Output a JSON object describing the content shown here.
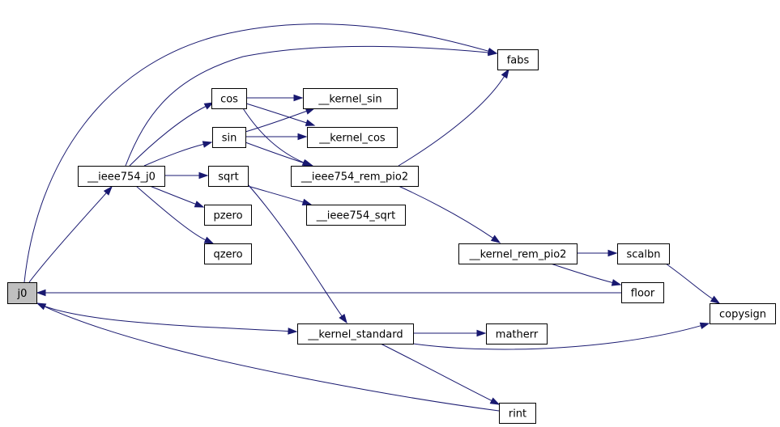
{
  "diagram": {
    "nodes": [
      {
        "id": "j0",
        "label": "j0",
        "highlighted": true
      },
      {
        "id": "ieee754_j0",
        "label": "__ieee754_j0"
      },
      {
        "id": "cos",
        "label": "cos"
      },
      {
        "id": "sin",
        "label": "sin"
      },
      {
        "id": "sqrt",
        "label": "sqrt"
      },
      {
        "id": "pzero",
        "label": "pzero"
      },
      {
        "id": "qzero",
        "label": "qzero"
      },
      {
        "id": "kernel_sin",
        "label": "__kernel_sin"
      },
      {
        "id": "kernel_cos",
        "label": "__kernel_cos"
      },
      {
        "id": "ieee754_rem_pio2",
        "label": "__ieee754_rem_pio2"
      },
      {
        "id": "ieee754_sqrt",
        "label": "__ieee754_sqrt"
      },
      {
        "id": "fabs",
        "label": "fabs"
      },
      {
        "id": "kernel_rem_pio2",
        "label": "__kernel_rem_pio2"
      },
      {
        "id": "scalbn",
        "label": "scalbn"
      },
      {
        "id": "floor",
        "label": "floor"
      },
      {
        "id": "copysign",
        "label": "copysign"
      },
      {
        "id": "kernel_standard",
        "label": "__kernel_standard"
      },
      {
        "id": "matherr",
        "label": "matherr"
      },
      {
        "id": "rint",
        "label": "rint"
      }
    ],
    "edges": [
      {
        "from": "j0",
        "to": "ieee754_j0"
      },
      {
        "from": "j0",
        "to": "fabs"
      },
      {
        "from": "j0",
        "to": "kernel_standard"
      },
      {
        "from": "ieee754_j0",
        "to": "cos"
      },
      {
        "from": "ieee754_j0",
        "to": "sin"
      },
      {
        "from": "ieee754_j0",
        "to": "sqrt"
      },
      {
        "from": "ieee754_j0",
        "to": "pzero"
      },
      {
        "from": "ieee754_j0",
        "to": "qzero"
      },
      {
        "from": "ieee754_j0",
        "to": "fabs"
      },
      {
        "from": "cos",
        "to": "kernel_sin"
      },
      {
        "from": "cos",
        "to": "kernel_cos"
      },
      {
        "from": "cos",
        "to": "ieee754_rem_pio2"
      },
      {
        "from": "sin",
        "to": "kernel_sin"
      },
      {
        "from": "sin",
        "to": "kernel_cos"
      },
      {
        "from": "sin",
        "to": "ieee754_rem_pio2"
      },
      {
        "from": "sqrt",
        "to": "ieee754_sqrt"
      },
      {
        "from": "sqrt",
        "to": "kernel_standard"
      },
      {
        "from": "ieee754_rem_pio2",
        "to": "fabs"
      },
      {
        "from": "ieee754_rem_pio2",
        "to": "kernel_rem_pio2"
      },
      {
        "from": "kernel_rem_pio2",
        "to": "scalbn"
      },
      {
        "from": "kernel_rem_pio2",
        "to": "floor"
      },
      {
        "from": "scalbn",
        "to": "copysign"
      },
      {
        "from": "floor",
        "to": "j0"
      },
      {
        "from": "kernel_standard",
        "to": "matherr"
      },
      {
        "from": "kernel_standard",
        "to": "copysign"
      },
      {
        "from": "kernel_standard",
        "to": "rint"
      },
      {
        "from": "rint",
        "to": "j0"
      }
    ],
    "colors": {
      "edge": "#191970",
      "node_border": "#000000",
      "node_fill": "#ffffff",
      "highlight_fill": "#bfbfbf"
    }
  }
}
